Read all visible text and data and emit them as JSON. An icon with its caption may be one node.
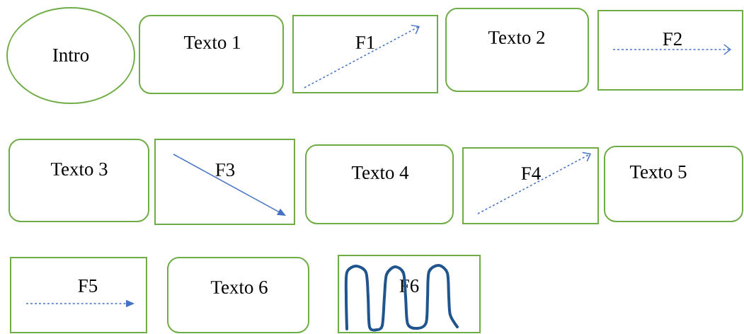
{
  "diagram": {
    "nodes": [
      {
        "text": [
          "Intro"
        ]
      },
      {
        "text": [
          "Texto 1"
        ]
      },
      {
        "text": [
          "F1"
        ]
      },
      {
        "text": [
          "Texto 2"
        ]
      },
      {
        "text": [
          "F2"
        ]
      },
      {
        "text": [
          "Texto 3"
        ]
      },
      {
        "text": [
          "F3"
        ]
      },
      {
        "text": [
          "Texto 4"
        ]
      },
      {
        "text": [
          "F4"
        ]
      },
      {
        "text": [
          "Texto 5"
        ]
      },
      {
        "text": [
          "F5"
        ]
      },
      {
        "text": [
          "Texto 6"
        ]
      },
      {
        "text": [
          "F6"
        ]
      }
    ]
  }
}
